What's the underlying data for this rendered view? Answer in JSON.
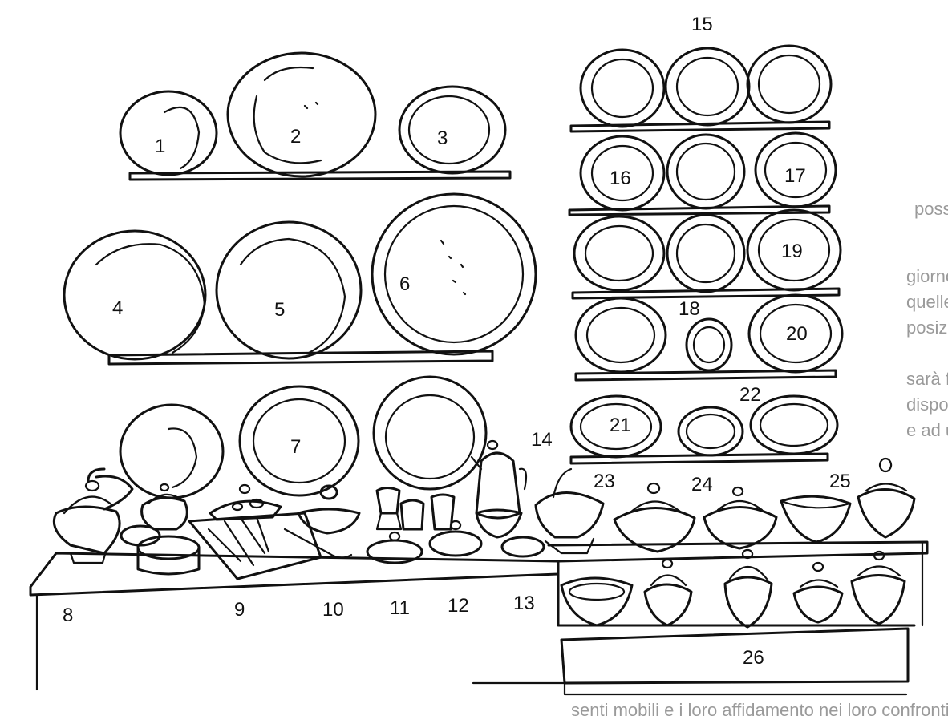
{
  "labels": {
    "l1": "1",
    "l2": "2",
    "l3": "3",
    "l4": "4",
    "l5": "5",
    "l6": "6",
    "l7": "7",
    "l8": "8",
    "l9": "9",
    "l10": "10",
    "l11": "11",
    "l12": "12",
    "l13": "13",
    "l14": "14",
    "l15": "15",
    "l16": "16",
    "l17": "17",
    "l18": "18",
    "l19": "19",
    "l20": "20",
    "l21": "21",
    "l22": "22",
    "l23": "23",
    "l24": "24",
    "l25": "25",
    "l26": "26"
  },
  "bleed_through": {
    "t1": "possibili",
    "t2": "giorno e",
    "t3": "quelle",
    "t4": "posizione",
    "t5": "sarà fatto",
    "t6": "disposizione",
    "t7": "e ad un",
    "t8": "senti mobili e i loro affidamento nei loro confronti"
  }
}
